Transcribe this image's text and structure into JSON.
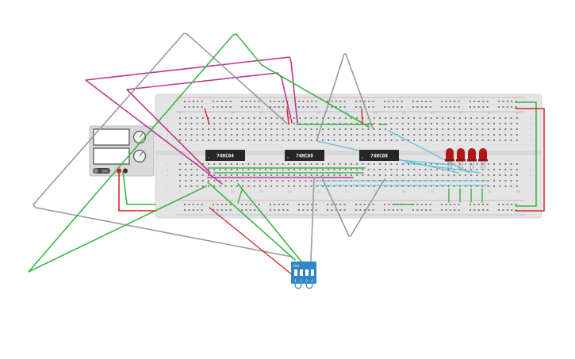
{
  "power_supply": {
    "switch_label": "OFF"
  },
  "chips": [
    {
      "label": "74HC04"
    },
    {
      "label": "74HC08"
    },
    {
      "label": "74HC08"
    }
  ],
  "breadboard": {
    "column_numbers": [
      "1",
      "10",
      "15",
      "20",
      "25",
      "30",
      "35",
      "40",
      "45",
      "50",
      "55",
      "60",
      "1",
      "10",
      "15",
      "20",
      "25",
      "30",
      "35",
      "40",
      "45",
      "50",
      "55",
      "60"
    ],
    "row_letters_top": [
      "a",
      "b",
      "c",
      "d",
      "e"
    ],
    "row_letters_bottom": [
      "f",
      "g",
      "h",
      "i",
      "j"
    ]
  },
  "dip_switch": {
    "on_label": "ON",
    "positions": [
      "1",
      "2",
      "3",
      "4"
    ]
  },
  "leds": {
    "count": 4,
    "color": "#b01818"
  },
  "colors": {
    "wire_green": "#3cb54a",
    "wire_red": "#d62a2a",
    "wire_magenta": "#c0378f",
    "wire_gray": "#9a9a9a",
    "wire_cyan": "#5fc1d6",
    "dip_blue": "#2f86c8",
    "breadboard": "#e4e4e4"
  }
}
